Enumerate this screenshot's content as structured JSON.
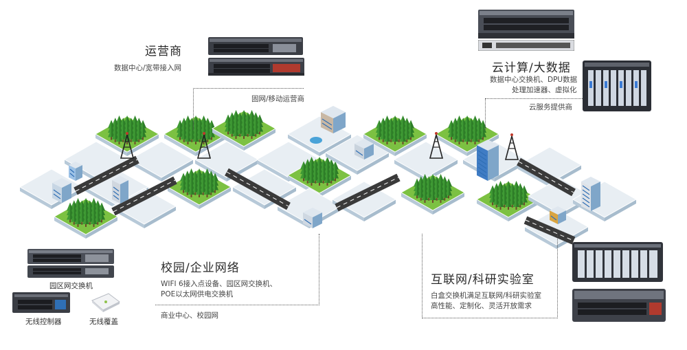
{
  "sections": {
    "operator": {
      "title": "运营商",
      "subtitle": "数据中心/宽带接入网",
      "note": "固网/移动运营商"
    },
    "cloud": {
      "title": "云计算/大数据",
      "desc_line1": "数据中心交换机、DPU数据",
      "desc_line2": "处理加速器、虚拟化",
      "note": "云服务提供商"
    },
    "campus": {
      "title": "校园/企业网络",
      "desc_line1": "WIFI 6接入点设备、园区网交换机、",
      "desc_line2": "POE以太网供电交换机",
      "note": "商业中心、校园网"
    },
    "internet": {
      "title": "互联网/科研实验室",
      "desc_line1": "白盒交换机满足互联网/科研实验室",
      "desc_line2": "高性能、定制化、灵活开放需求"
    }
  },
  "devices": {
    "campus_switch_label": "园区网交换机",
    "wireless_controller_label": "无线控制器",
    "wireless_coverage_label": "无线覆盖"
  },
  "colors": {
    "tile_green": "#7cc142",
    "tile_side": "#c9d9e6",
    "road": "#3a3a3a",
    "accent_red": "#c0392b",
    "water": "#4aa3d8"
  }
}
